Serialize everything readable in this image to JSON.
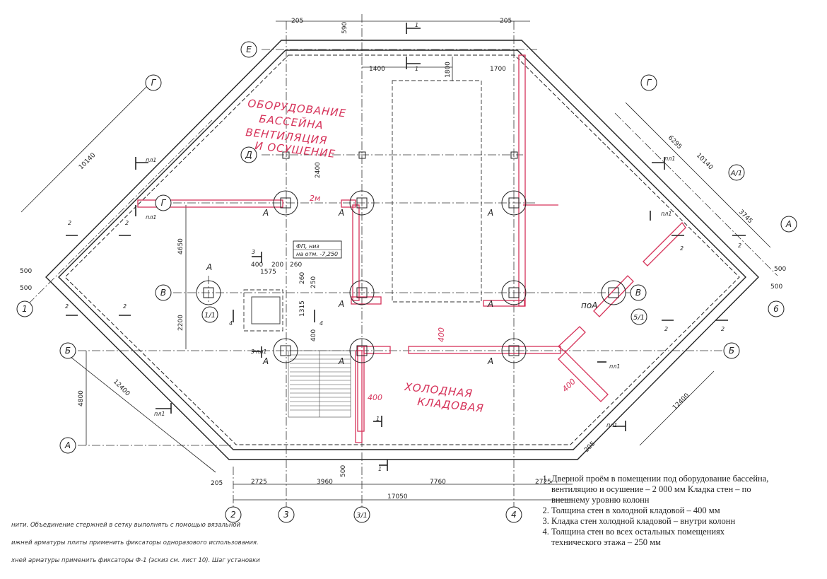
{
  "rooms": {
    "equipment_lines": [
      "ОБОРУДОВАНИЕ",
      "БАССЕЙНА",
      "ВЕНТИЛЯЦИЯ",
      "И ОСУШЕНИЕ"
    ],
    "cold_storage_lines": [
      "ХОЛОДНАЯ",
      "КЛАДОВАЯ"
    ],
    "door_2m": "2м",
    "wall_400": "400"
  },
  "fp_box": [
    "ФП, низ",
    "на отм. -7,250"
  ],
  "axes": {
    "letters": [
      "Е",
      "Д",
      "Г",
      "В",
      "Б",
      "А",
      "А/1"
    ],
    "numbers": [
      "1",
      "2",
      "3",
      "3/1",
      "4",
      "5/1",
      "6",
      "1/1"
    ]
  },
  "dims": {
    "top": [
      "205",
      "205",
      "590",
      "1400",
      "1800",
      "1700"
    ],
    "bottom": [
      "2725",
      "3960",
      "7760",
      "2725",
      "17050",
      "500",
      "205",
      "205"
    ],
    "left": [
      "4650",
      "2200",
      "4800",
      "12400",
      "10140",
      "500",
      "500",
      "2400"
    ],
    "right": [
      "12400",
      "10140",
      "6295",
      "3745",
      "500",
      "500"
    ],
    "stair": [
      "1575",
      "400",
      "200",
      "260",
      "260",
      "1315",
      "250",
      "400"
    ]
  },
  "marks": {
    "A": "А",
    "pod_A": "поА",
    "pl": "пл",
    "pl1": "пл1",
    "sec1": "1",
    "sec2": "2",
    "sec3": "3",
    "sec4": "4"
  },
  "notes": [
    "Дверной проём в помещении под оборудование бассейна, вентиляцию и осушение – 2 000 мм Кладка стен – по внешнему уровню колонн",
    "Толщина стен в холодной кладовой – 400 мм",
    "Кладка стен холодной кладовой – внутри колонн",
    "Толщина стен во всех остальных помещениях технического этажа – 250 мм"
  ],
  "bottom_notes": [
    "нити. Объединение стержней в сетку выполнять с помощью вязальной",
    "ижней арматуры плиты применить фиксаторы одноразового использования.",
    "хней арматуры применить фиксаторы Ф-1 (эскиз см. лист 10). Шаг установки"
  ],
  "colors": {
    "red": "#d6335a",
    "ink": "#222222"
  }
}
